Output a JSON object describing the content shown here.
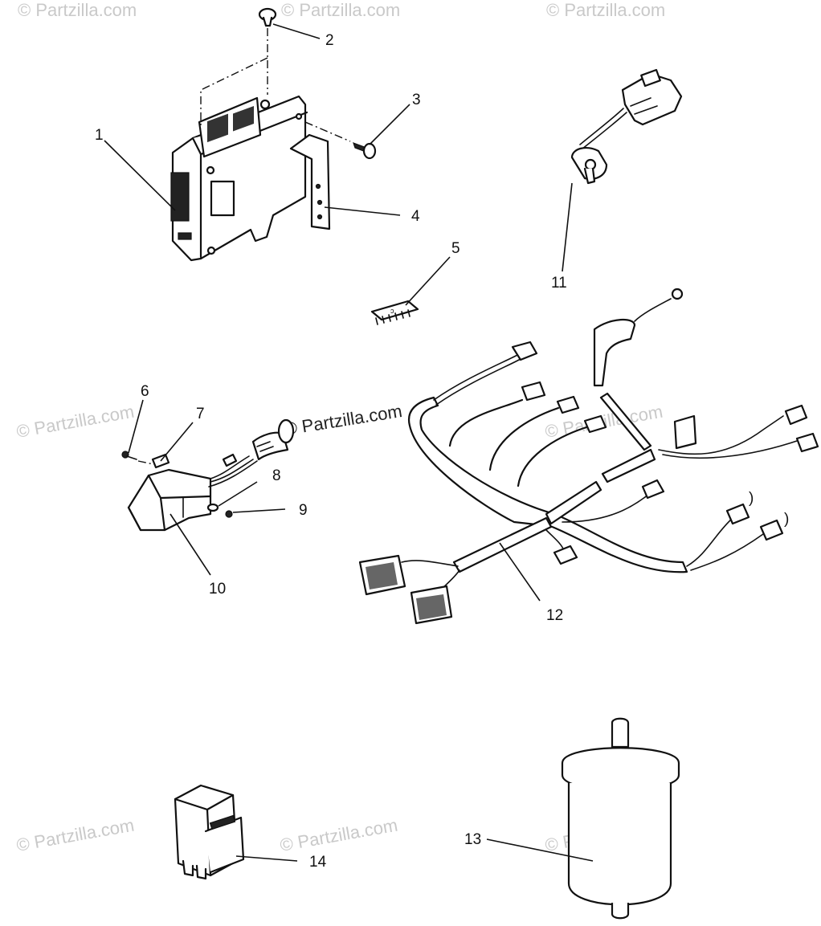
{
  "watermark": {
    "text": "© Partzilla.com",
    "center_text": "© Partzilla.com"
  },
  "callouts": [
    {
      "id": "1",
      "label": "1"
    },
    {
      "id": "2",
      "label": "2"
    },
    {
      "id": "3",
      "label": "3"
    },
    {
      "id": "4",
      "label": "4"
    },
    {
      "id": "5",
      "label": "5"
    },
    {
      "id": "6",
      "label": "6"
    },
    {
      "id": "7",
      "label": "7"
    },
    {
      "id": "8",
      "label": "8"
    },
    {
      "id": "9",
      "label": "9"
    },
    {
      "id": "10",
      "label": "10"
    },
    {
      "id": "11",
      "label": "11"
    },
    {
      "id": "12",
      "label": "12"
    },
    {
      "id": "13",
      "label": "13"
    },
    {
      "id": "14",
      "label": "14"
    }
  ]
}
